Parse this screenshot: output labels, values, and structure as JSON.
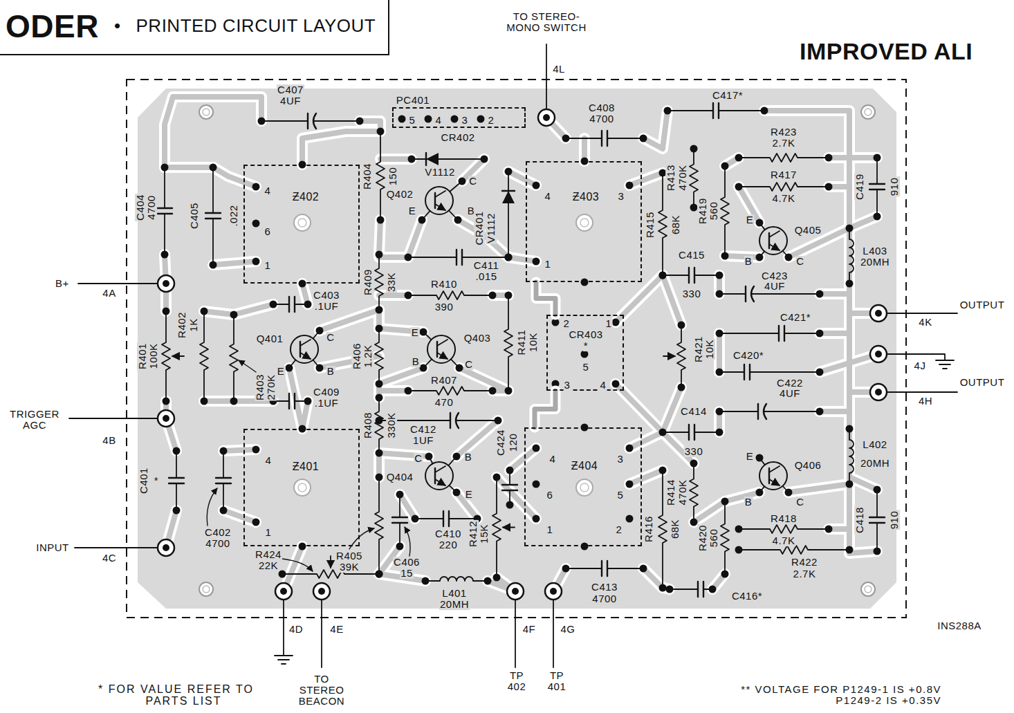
{
  "diagram": {
    "nodes": [
      {
        "text": [
          "ODER",
          "•",
          "PRINTED CIRCUIT LAYOUT"
        ]
      },
      {
        "text": [
          "PC401",
          "5",
          "4",
          "3",
          "2"
        ]
      },
      {
        "text": [
          "Ƶ402",
          "4",
          "6",
          "1"
        ]
      },
      {
        "text": [
          "4",
          "Ƶ403",
          "3",
          "1"
        ]
      },
      {
        "text": [
          "2",
          "1",
          "CR403",
          "*",
          "5",
          "3",
          "4"
        ]
      },
      {
        "text": [
          "4",
          "Ƶ401",
          "1"
        ]
      },
      {
        "text": [
          "4",
          "Ƶ404",
          "3",
          "6",
          "5",
          "1",
          "2"
        ]
      }
    ],
    "edges": [
      {
        "from": 4,
        "to": 3,
        "arrow": "none"
      },
      {
        "from": 4,
        "to": 6,
        "arrow": "none"
      }
    ],
    "labels": [
      "IMPROVED ALI",
      "TO STEREO-MONO SWITCH",
      "4L",
      "C407",
      "4UF",
      "C408",
      "4700",
      "C417*",
      "R423",
      "2.7K",
      "CR402",
      "R404",
      "150",
      "V1112",
      "Q402",
      "C",
      "E",
      "B",
      "R413",
      "470K",
      "R415",
      "68K",
      "R419",
      "560",
      "R417",
      "4.7K",
      "C419",
      "910",
      "C404",
      "4700",
      "C405",
      ".022",
      "CR401",
      "V1112",
      "E",
      "Q405",
      "B",
      "C",
      "B+",
      "4A",
      "C411",
      ".015",
      "R409",
      "33K",
      "C415",
      "330",
      "C423",
      "4UF",
      "L403",
      "20MH",
      "R410",
      "390",
      "C403",
      ".1UF",
      "R402",
      "1K",
      "OUTPUT",
      "C421*",
      "Q401",
      "C",
      "E",
      "B",
      "R401",
      "100K",
      "R406",
      "1.2K",
      "E",
      "Q403",
      "B",
      "C",
      "R411",
      "10K",
      "R421",
      "10K",
      "4K",
      "C420*",
      "4J",
      "C422",
      "4UF",
      "OUTPUT",
      "4H",
      "R403",
      "270K",
      "C409",
      ".1UF",
      "R407",
      "470",
      "TRIGGER AGC",
      "4B",
      "R408",
      "330K",
      "C412",
      "1UF",
      "C424",
      "120",
      "C414",
      "330",
      "L402",
      "20MH",
      "C",
      "B",
      "Q404",
      "E",
      "C401",
      "*",
      "E",
      "Q406",
      "B",
      "C",
      "C418",
      "910",
      "C402",
      "4700",
      "R418",
      "4.7K",
      "INPUT",
      "4C",
      "R416",
      "68K",
      "R414",
      "470K",
      "R420",
      "560",
      "R412",
      "15K",
      "C410",
      "220",
      "R405",
      "39K",
      "C406",
      "15",
      "R424",
      "22K",
      "R422",
      "2.7K",
      "L401",
      "20MH",
      "C413",
      "4700",
      "C416*",
      "INS288A",
      "4D",
      "4E",
      "4F",
      "4G",
      "TO STEREO BEACON",
      "TP 402",
      "TP 401",
      "* FOR VALUE REFER TO PARTS LIST",
      "** VOLTAGE FOR P1249-1 IS +0.8V P1249-2 IS +0.35V"
    ]
  }
}
